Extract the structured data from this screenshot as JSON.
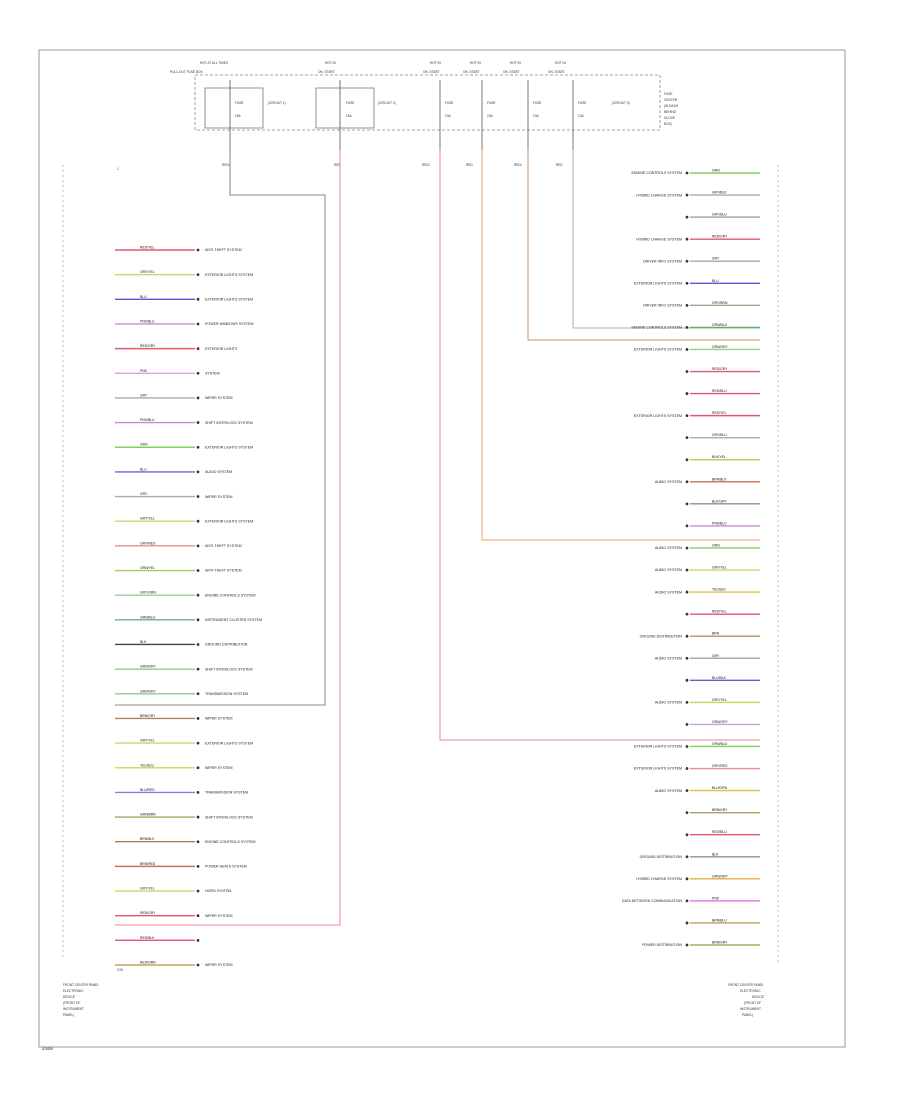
{
  "top_labels": {
    "hot_box": [
      "HOT AT ALL TIMES",
      "PULL-OUT FUSE BOX"
    ],
    "hot_a": [
      "HOT IN",
      "ON, START"
    ],
    "hot_b": [
      "HOT IN",
      "ON, START"
    ],
    "hot_c": [
      "HOT IN",
      "ON, START"
    ],
    "hot_d": [
      "HOT IN",
      "ON, START"
    ],
    "hot_e": [
      "HOT IN",
      "ON, START"
    ]
  },
  "fuses": [
    {
      "name": "FUSE",
      "amp": "15A",
      "note": "(CIRCUIT 1)"
    },
    {
      "name": "FUSE",
      "amp": "15A",
      "note": "(CIRCUIT 2)"
    },
    {
      "name": "FUSE",
      "amp": "10A",
      "note": ""
    },
    {
      "name": "FUSE",
      "amp": "10A",
      "note": ""
    },
    {
      "name": "FUSE",
      "amp": "10A",
      "note": ""
    },
    {
      "name": "FUSE",
      "amp": "10A",
      "note": "(CIRCUIT 3)"
    }
  ],
  "fuse_box_label": [
    "FUSE",
    "CENTER",
    "(IN DASH",
    "BEHIND",
    "GLOVE",
    "BOX)"
  ],
  "fuse_wires": [
    "RED/",
    "RED",
    "RED/",
    "RED",
    "RED/",
    "RED"
  ],
  "left_connector": {
    "label": [
      "FRONT CENTER PANEL",
      "ELECTRONIC",
      "DEVICE",
      "(FRONT OF",
      "INSTRUMENT",
      "PANEL)"
    ],
    "pins_top": "1",
    "pins_bottom": "X26",
    "rows": [
      {
        "code": "RED/YEL",
        "text": "ANTI-THEFT SYSTEM",
        "color": "#e5566d"
      },
      {
        "code": "GRY/YEL",
        "text": "EXTERIOR LIGHTS SYSTEM",
        "color": "#c8d86b"
      },
      {
        "code": "BLU",
        "text": "EXTERIOR LIGHTS SYSTEM",
        "color": "#5555dd"
      },
      {
        "code": "PNK/BLU",
        "text": "POWER WINDOWS SYSTEM",
        "color": "#c88ad0"
      },
      {
        "code": "RED/GRY",
        "text": "EXTERIOR LIGHTS",
        "color": "#e5566d"
      },
      {
        "code": "PNK",
        "text": "SYSTEM",
        "color": "#e0a0e0"
      },
      {
        "code": "GRY",
        "text": "WIPER SYSTEM",
        "color": "#aaaaaa"
      },
      {
        "code": "PNK/BLU",
        "text": "SHIFT INTERLOCK SYSTEM",
        "color": "#c88ad0"
      },
      {
        "code": "GRN",
        "text": "EXTERIOR LIGHTS SYSTEM",
        "color": "#80d060"
      },
      {
        "code": "BLU",
        "text": "AUDIO SYSTEM",
        "color": "#6666dd"
      },
      {
        "code": "GRY",
        "text": "WIPER SYSTEM",
        "color": "#aaaaaa"
      },
      {
        "code": "GRY/YEL",
        "text": "EXTERIOR LIGHTS SYSTEM",
        "color": "#c8d86b"
      },
      {
        "code": "GRY/RED",
        "text": "ANTI-THEFT SYSTEM",
        "color": "#e59090"
      },
      {
        "code": "GRN/YEL",
        "text": "ANTI-THEFT SYSTEM",
        "color": "#a0d060"
      },
      {
        "code": "GRY/GRN",
        "text": "ENGINE CONTROLS SYSTEM",
        "color": "#a0c8a0"
      },
      {
        "code": "GRN/BLU",
        "text": "INSTRUMENT CLUSTER SYSTEM",
        "color": "#60b0a0"
      },
      {
        "code": "BLK",
        "text": "GROUND DISTRIBUTION",
        "color": "#444444"
      },
      {
        "code": "GRN/GRY",
        "text": "SHIFT INTERLOCK SYSTEM",
        "color": "#90c890"
      },
      {
        "code": "GRN/GRY",
        "text": "TRANSMISSION SYSTEM",
        "color": "#90c890"
      },
      {
        "code": "BRN/GRY",
        "text": "WIPER SYSTEM",
        "color": "#b08060"
      },
      {
        "code": "GRY/YEL",
        "text": "EXTERIOR LIGHTS SYSTEM",
        "color": "#c8d86b"
      },
      {
        "code": "YEL/BLU",
        "text": "WIPER SYSTEM",
        "color": "#d8d860"
      },
      {
        "code": "BLU/RED",
        "text": "TRANSMISSION SYSTEM",
        "color": "#8080e0"
      },
      {
        "code": "GRN/BRN",
        "text": "SHIFT INTERLOCK SYSTEM",
        "color": "#90b060"
      },
      {
        "code": "BRN/BLK",
        "text": "ENGINE CONTROLS SYSTEM",
        "color": "#b08050"
      },
      {
        "code": "BRN/RED",
        "text": "POWER SEATS SYSTEM",
        "color": "#d07050"
      },
      {
        "code": "GRY/YEL",
        "text": "HORN SYSTEM",
        "color": "#c8d86b"
      },
      {
        "code": "RED/GRY",
        "text": "WIPER SYSTEM",
        "color": "#e5566d"
      },
      {
        "code": "RED/BLK",
        "text": "",
        "color": "#e5566d"
      },
      {
        "code": "RED/GRN",
        "text": "WIPER SYSTEM",
        "color": "#c8a060"
      }
    ]
  },
  "right_connector": {
    "label": [
      "FRONT CENTER PANEL",
      "ELECTRONIC",
      "DEVICE",
      "(FRONT OF",
      "INSTRUMENT",
      "PANEL)"
    ],
    "rows": [
      {
        "code": "GRN",
        "text": "ENGINE CONTROLS SYSTEM",
        "color": "#80d060"
      },
      {
        "code": "GRY/BLK",
        "text": "HYBRID CHARGE SYSTEM",
        "color": "#aaaaaa"
      },
      {
        "code": "GRY/BLU",
        "text": "",
        "color": "#aaaaaa"
      },
      {
        "code": "RED/GRY",
        "text": "HYBRID CHARGE SYSTEM",
        "color": "#e5566d"
      },
      {
        "code": "GRY",
        "text": "DRIVER INFO SYSTEM",
        "color": "#aaaaaa"
      },
      {
        "code": "BLU",
        "text": "EXTERIOR LIGHTS SYSTEM",
        "color": "#5555dd"
      },
      {
        "code": "GRY/BRN",
        "text": "DRIVER INFO SYSTEM",
        "color": "#b0a090"
      },
      {
        "code": "GRN/BLU",
        "text": "ENGINE CONTROLS SYSTEM",
        "color": "#60b060"
      },
      {
        "code": "GRN/GRY",
        "text": "EXTERIOR LIGHTS SYSTEM",
        "color": "#90d090"
      },
      {
        "code": "RED/GRY",
        "text": "",
        "color": "#e5566d"
      },
      {
        "code": "RED/BLU",
        "text": "",
        "color": "#e5566d"
      },
      {
        "code": "RED/YEL",
        "text": "EXTERIOR LIGHTS SYSTEM",
        "color": "#e5566d"
      },
      {
        "code": "GRY/BLU",
        "text": "",
        "color": "#aaaaaa"
      },
      {
        "code": "BLK/YEL",
        "text": "",
        "color": "#c8c860"
      },
      {
        "code": "BRN/BLK",
        "text": "AUDIO SYSTEM",
        "color": "#c87050"
      },
      {
        "code": "BLK/GRY",
        "text": "",
        "color": "#909090"
      },
      {
        "code": "PNK/BLU",
        "text": "",
        "color": "#c88ad0"
      },
      {
        "code": "GRN",
        "text": "AUDIO SYSTEM",
        "color": "#80d060"
      },
      {
        "code": "GRY/YEL",
        "text": "AUDIO SYSTEM",
        "color": "#c8d86b"
      },
      {
        "code": "YEL/BLK",
        "text": "AUDIO SYSTEM",
        "color": "#e0c040"
      },
      {
        "code": "RED/YEL",
        "text": "",
        "color": "#e5566d"
      },
      {
        "code": "BRN",
        "text": "GROUND DISTRIBUTION",
        "color": "#b09060"
      },
      {
        "code": "GRY",
        "text": "AUDIO SYSTEM",
        "color": "#aaaaaa"
      },
      {
        "code": "BLU/BLK",
        "text": "",
        "color": "#6060c0"
      },
      {
        "code": "GRY/YEL",
        "text": "AUDIO SYSTEM",
        "color": "#c8d86b"
      },
      {
        "code": "GRN/GRY",
        "text": "",
        "color": "#c8a0e0"
      },
      {
        "code": "GRN/BLU",
        "text": "EXTERIOR LIGHTS SYSTEM",
        "color": "#80d060"
      },
      {
        "code": "GRY/RED",
        "text": "EXTERIOR LIGHTS SYSTEM",
        "color": "#e59090"
      },
      {
        "code": "BLU/GRN",
        "text": "AUDIO SYSTEM",
        "color": "#e0c040"
      },
      {
        "code": "BRN/GRY",
        "text": "",
        "color": "#b0a060"
      },
      {
        "code": "RED/BLU",
        "text": "",
        "color": "#e5566d"
      },
      {
        "code": "BLK",
        "text": "GROUND DISTRIBUTION",
        "color": "#909090"
      },
      {
        "code": "GRN/GRY",
        "text": "HYBRID CHARGE SYSTEM",
        "color": "#e0b040"
      },
      {
        "code": "PNK",
        "text": "DATA NETWORK COMMUNICATION",
        "color": "#e080e0"
      },
      {
        "code": "BRN/BLU",
        "text": "",
        "color": "#c0a060"
      },
      {
        "code": "BRN/GRY",
        "text": "POWER DISTRIBUTION",
        "color": "#a0b060"
      }
    ]
  },
  "footer_id": "A26589"
}
